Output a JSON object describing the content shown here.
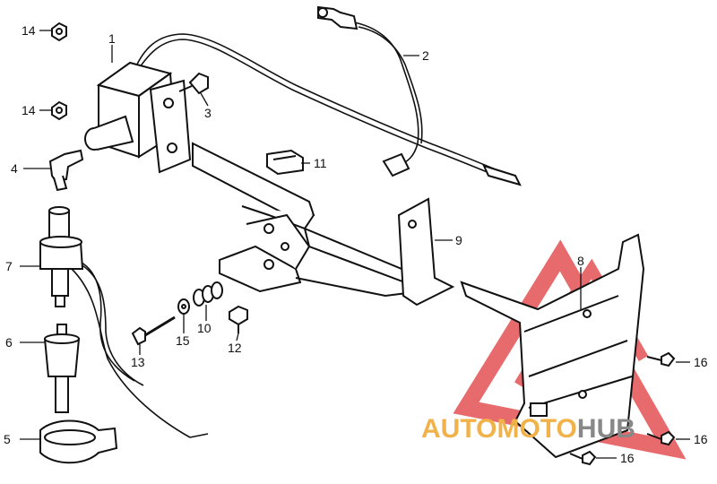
{
  "callouts": [
    {
      "id": "1",
      "label": "1"
    },
    {
      "id": "2",
      "label": "2"
    },
    {
      "id": "3",
      "label": "3"
    },
    {
      "id": "4",
      "label": "4"
    },
    {
      "id": "5",
      "label": "5"
    },
    {
      "id": "6",
      "label": "6"
    },
    {
      "id": "7",
      "label": "7"
    },
    {
      "id": "8",
      "label": "8"
    },
    {
      "id": "9",
      "label": "9"
    },
    {
      "id": "10",
      "label": "10"
    },
    {
      "id": "11",
      "label": "11"
    },
    {
      "id": "12",
      "label": "12"
    },
    {
      "id": "13",
      "label": "13"
    },
    {
      "id": "14a",
      "label": "14"
    },
    {
      "id": "14b",
      "label": "14"
    },
    {
      "id": "15",
      "label": "15"
    },
    {
      "id": "16a",
      "label": "16"
    },
    {
      "id": "16b",
      "label": "16"
    },
    {
      "id": "16c",
      "label": "16"
    }
  ],
  "watermark": {
    "part1": "AUTO",
    "part2": "MOTO",
    "part3": "HUB",
    "colors": {
      "part1": "#f2b24a",
      "part2": "#f2b24a",
      "part3": "#888888",
      "triangle": "#e0393c"
    }
  },
  "colors": {
    "line": "#111111",
    "paper": "#ffffff"
  }
}
